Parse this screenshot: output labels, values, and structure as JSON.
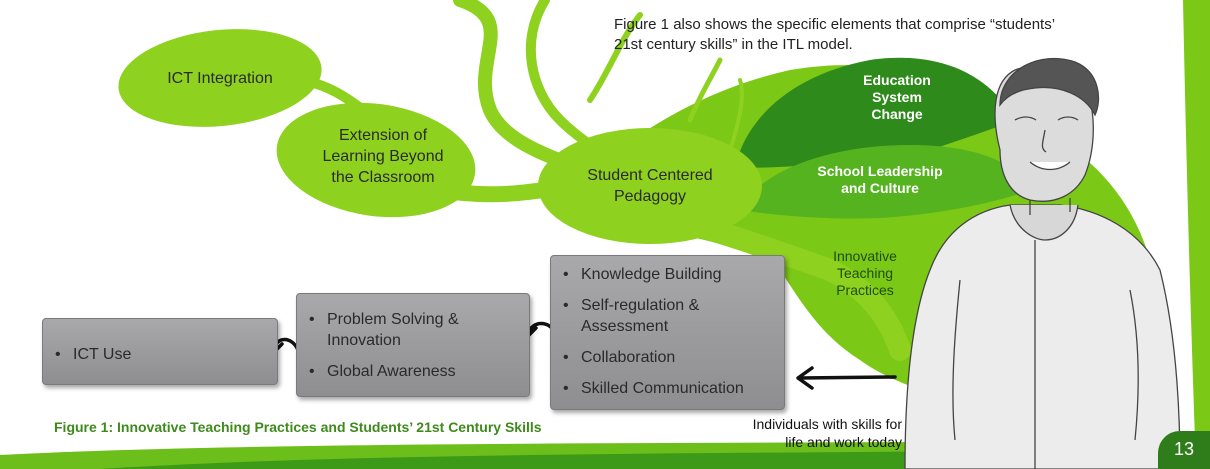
{
  "intro_text": {
    "line1": "Figure 1 also shows the specific elements that comprise “students’",
    "line2": "21st century skills” in the ITL model."
  },
  "tree": {
    "leaves": [
      {
        "name": "ict-integration",
        "lines": [
          "ICT Integration"
        ]
      },
      {
        "name": "extension-of-learning",
        "lines": [
          "Extension of",
          "Learning Beyond",
          "the Classroom"
        ]
      },
      {
        "name": "student-centered-pedagogy",
        "lines": [
          "Student Centered",
          "Pedagogy"
        ]
      }
    ]
  },
  "bands": {
    "education_system_change": [
      "Education",
      "System",
      "Change"
    ],
    "school_leadership": [
      "School Leadership",
      "and Culture"
    ],
    "innovative_teaching": [
      "Innovative",
      "Teaching",
      "Practices"
    ]
  },
  "skill_boxes": {
    "box1": [
      "Knowledge Building",
      "Self-regulation &",
      "Assessment",
      "Collaboration",
      "Skilled Communication"
    ],
    "box2": [
      "Problem Solving &",
      "Innovation",
      "Global Awareness"
    ],
    "box3": [
      "ICT Use"
    ],
    "bullet": "•"
  },
  "individuals_text": [
    "Individuals with skills for",
    "life and work today"
  ],
  "caption": "Figure 1: Innovative Teaching Practices and Students’ 21st Century Skills",
  "page_number": "13",
  "colors": {
    "lime": "#7cc816",
    "leaf": "#8ed11f",
    "dark_green": "#3a9a1f",
    "mid_green": "#55b320",
    "caption_green": "#3f8a1d",
    "box_gray": "#9d9d9f"
  }
}
